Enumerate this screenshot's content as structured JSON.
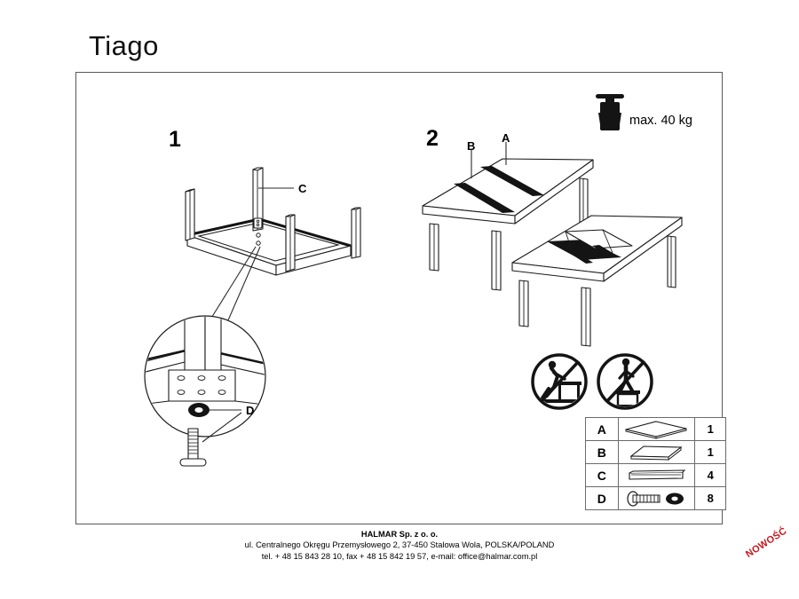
{
  "document": {
    "title": "Tiago",
    "type": "assembly-instruction"
  },
  "steps": [
    {
      "number": "1",
      "labels": [
        {
          "id": "C",
          "text": "C"
        },
        {
          "id": "D",
          "text": "D"
        }
      ]
    },
    {
      "number": "2",
      "labels": [
        {
          "id": "A",
          "text": "A"
        },
        {
          "id": "B",
          "text": "B"
        }
      ]
    }
  ],
  "step_labels": {
    "step1_number": "1",
    "step2_number": "2",
    "label_c": "C",
    "label_d": "D",
    "label_a": "A",
    "label_b": "B"
  },
  "weight_notice": {
    "text": "max. 40 kg",
    "icon": "weight-icon"
  },
  "warnings": [
    {
      "icon": "no-leaning-on-table-icon",
      "meaning": "do not lean or push on the table"
    },
    {
      "icon": "no-standing-on-table-icon",
      "meaning": "do not stand on the table"
    }
  ],
  "parts_table": {
    "rows": [
      {
        "letter": "A",
        "icon": "table-top-panel-icon",
        "qty": "1"
      },
      {
        "letter": "B",
        "icon": "extension-leaf-panel-icon",
        "qty": "1"
      },
      {
        "letter": "C",
        "icon": "table-leg-icon",
        "qty": "4"
      },
      {
        "letter": "D",
        "icon": "bolt-and-washer-icon",
        "qty": "8"
      }
    ]
  },
  "footer": {
    "line1": "HALMAR Sp. z o. o.",
    "line2": "ul. Centralnego Okręgu Przemysłowego 2, 37-450 Stalowa Wola, POLSKA/POLAND",
    "line3": "tel. + 48 15 843 28 10, fax + 48 15 842 19 57, e-mail: office@halmar.com.pl"
  },
  "badge": {
    "text": "NOWOŚĆ",
    "color": "#c8161d"
  },
  "colors": {
    "frame_border": "#58585a",
    "line": "#1a1a1a",
    "panel_edge": "#111111",
    "accent_red": "#c8161d"
  }
}
